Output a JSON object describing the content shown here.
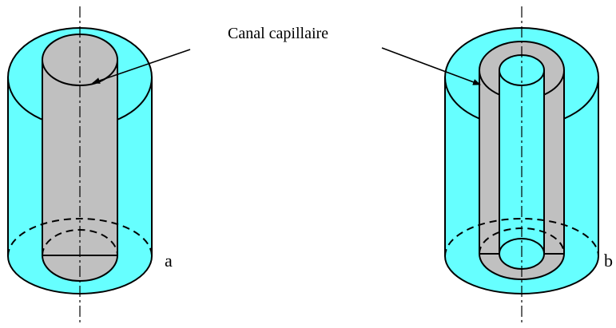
{
  "callout": {
    "text": "Canal capillaire"
  },
  "figures": [
    {
      "id": "a",
      "label": "a"
    },
    {
      "id": "b",
      "label": "b"
    }
  ],
  "colors": {
    "cylinder_fill": "#66FFFF",
    "canal_fill": "#C0C0C0",
    "stroke": "#000000",
    "background": "#FFFFFF"
  }
}
